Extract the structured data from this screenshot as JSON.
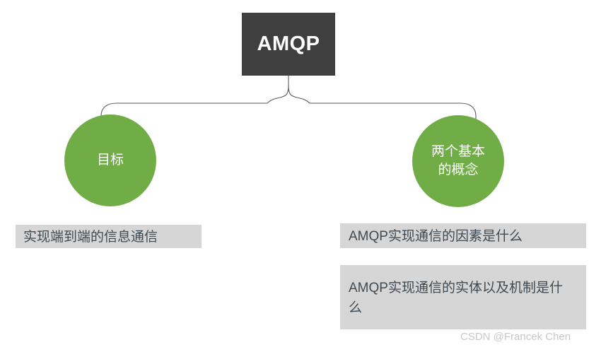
{
  "diagram": {
    "type": "hierarchy-tree",
    "root": {
      "label": "AMQP",
      "fill_color": "#3F3F3F",
      "text_color": "#FFFFFF"
    },
    "connector": {
      "style": "curly-brace",
      "stroke_color": "#595959"
    },
    "branches": [
      {
        "circle_label": "目标",
        "circle_color": "#70AD47",
        "captions": [
          {
            "text": "实现端到端的信息通信"
          }
        ]
      },
      {
        "circle_label": "两个基本\n的概念",
        "circle_line_1": "两个基本",
        "circle_line_2": "的概念",
        "circle_color": "#70AD47",
        "captions": [
          {
            "text": "AMQP实现通信的因素是什么"
          },
          {
            "text": "AMQP实现通信的实体以及机制是什么"
          }
        ]
      }
    ],
    "caption_box_color": "#D6D6D6",
    "caption_text_color": "#404A52"
  },
  "watermark": {
    "text": "CSDN @Francek Chen",
    "color": "#C8C8C8"
  }
}
